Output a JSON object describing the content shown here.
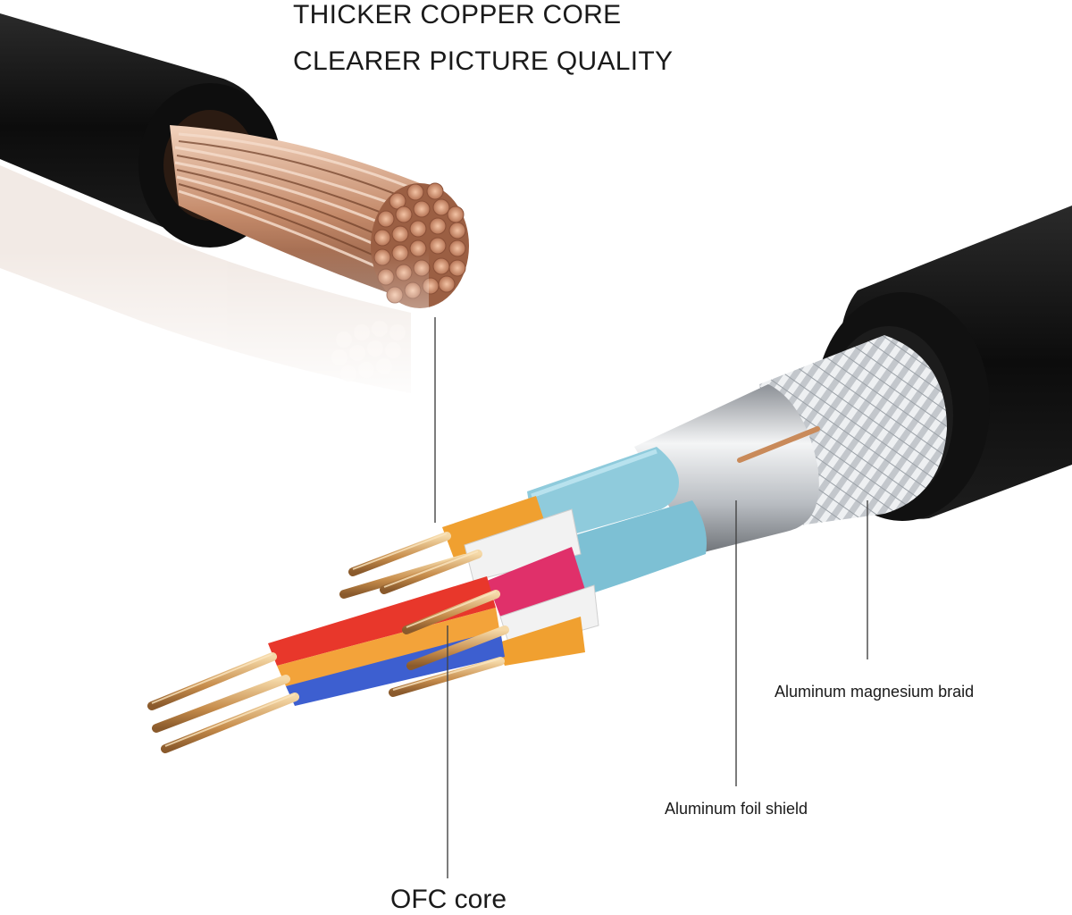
{
  "headline": {
    "line1": "THICKER COPPER CORE",
    "line2": "CLEARER PICTURE QUALITY"
  },
  "callouts": {
    "braid": "Aluminum magnesium braid",
    "foil": "Aluminum foil shield",
    "ofc": "OFC core"
  },
  "colors": {
    "jacket": "#141414",
    "copper": "#c98f6c",
    "gold_wire": "#d7a76a",
    "foil": "#c9ccd0",
    "braid": "#e3e6e9",
    "light_blue_wrap": "#8fcbdc",
    "orange": "#f0a030",
    "red": "#e8372b",
    "blue": "#3d5fd0",
    "magenta": "#e0306a",
    "white_insulation": "#f2f2f2"
  }
}
